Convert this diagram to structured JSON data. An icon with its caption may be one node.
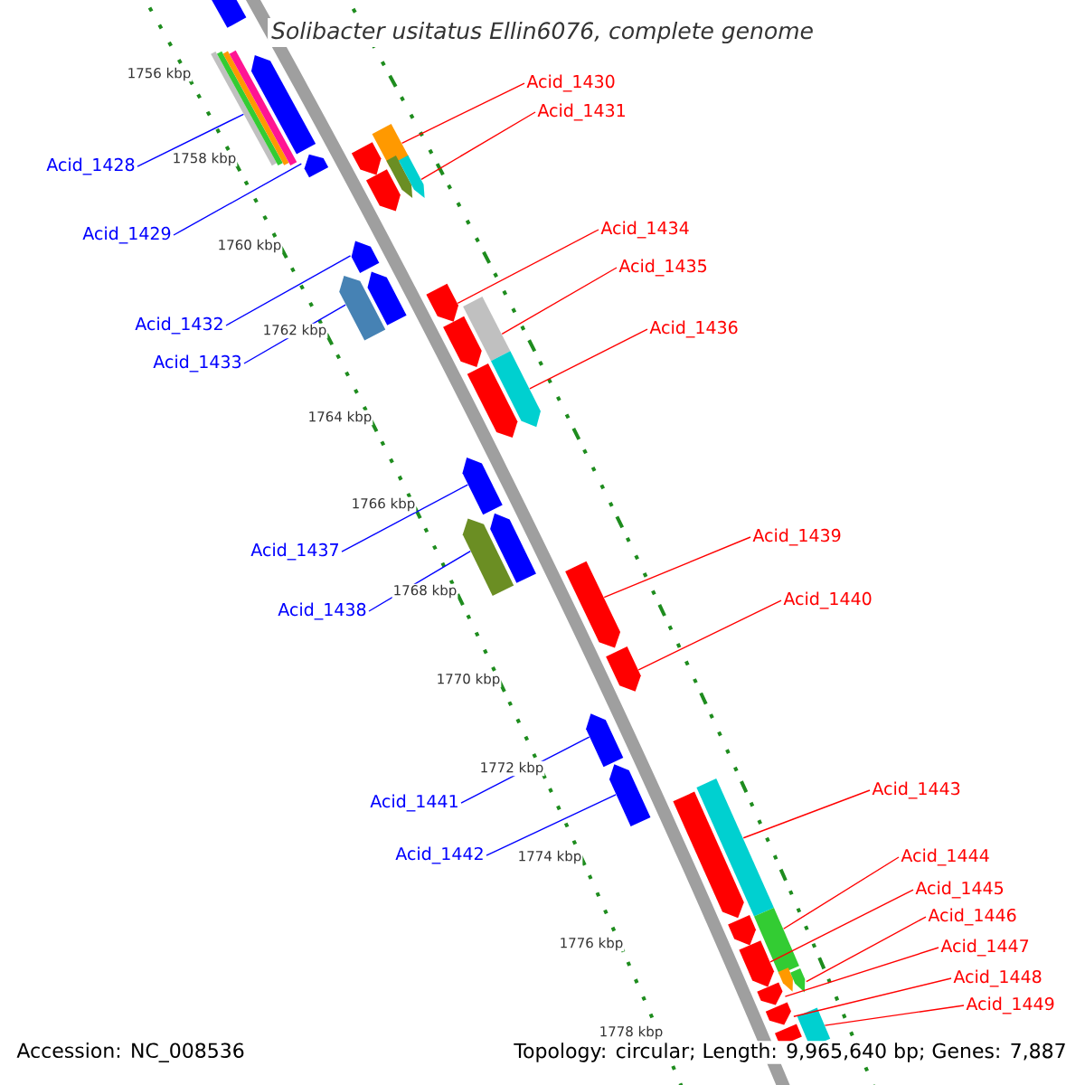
{
  "diagram": {
    "title": "Solibacter usitatus Ellin6076, complete genome",
    "nodes": [
      {
        "text": [
          "Acid_1428"
        ]
      },
      {
        "text": [
          "Acid_1429"
        ]
      },
      {
        "text": [
          "Acid_1430"
        ]
      },
      {
        "text": [
          "Acid_1431"
        ]
      },
      {
        "text": [
          "Acid_1432"
        ]
      },
      {
        "text": [
          "Acid_1433"
        ]
      },
      {
        "text": [
          "Acid_1434"
        ]
      },
      {
        "text": [
          "Acid_1435"
        ]
      },
      {
        "text": [
          "Acid_1436"
        ]
      },
      {
        "text": [
          "Acid_1437"
        ]
      },
      {
        "text": [
          "Acid_1438"
        ]
      },
      {
        "text": [
          "Acid_1439"
        ]
      },
      {
        "text": [
          "Acid_1440"
        ]
      },
      {
        "text": [
          "Acid_1441"
        ]
      },
      {
        "text": [
          "Acid_1442"
        ]
      },
      {
        "text": [
          "Acid_1443"
        ]
      },
      {
        "text": [
          "Acid_1444"
        ]
      },
      {
        "text": [
          "Acid_1445"
        ]
      },
      {
        "text": [
          "Acid_1446"
        ]
      },
      {
        "text": [
          "Acid_1447"
        ]
      },
      {
        "text": [
          "Acid_1448"
        ]
      },
      {
        "text": [
          "Acid_1449"
        ]
      },
      {
        "text": [],
        "shape": "box"
      },
      {
        "text": [],
        "shape": "box"
      },
      {
        "text": [],
        "shape": "box"
      },
      {
        "text": [],
        "shape": "box"
      },
      {
        "text": [],
        "shape": "box"
      },
      {
        "text": [],
        "shape": "box"
      },
      {
        "text": [],
        "shape": "box"
      },
      {
        "text": [],
        "shape": "box"
      },
      {
        "text": [],
        "shape": "box"
      },
      {
        "text": [],
        "shape": "box"
      },
      {
        "text": [],
        "shape": "box"
      },
      {
        "text": [],
        "shape": "box"
      },
      {
        "text": [],
        "shape": "box"
      },
      {
        "text": [],
        "shape": "box"
      },
      {
        "text": [],
        "shape": "box"
      },
      {
        "text": [],
        "shape": "box"
      },
      {
        "text": [],
        "shape": "box"
      },
      {
        "text": [],
        "shape": "box"
      },
      {
        "text": [],
        "shape": "box"
      },
      {
        "text": [],
        "shape": "box"
      },
      {
        "text": [],
        "shape": "box"
      },
      {
        "text": [],
        "shape": "box"
      },
      {
        "text": [],
        "shape": "box"
      },
      {
        "text": [],
        "shape": "box"
      },
      {
        "text": [],
        "shape": "box"
      },
      {
        "text": [],
        "shape": "box"
      },
      {
        "text": [],
        "shape": "box"
      }
    ],
    "edges": [
      {
        "from": 0,
        "to": 23,
        "arrow": "none",
        "color": "#0000ff"
      },
      {
        "from": 1,
        "to": 26,
        "arrow": "none",
        "color": "#0000ff"
      },
      {
        "from": 2,
        "to": 25,
        "arrow": "none"
      },
      {
        "from": 3,
        "to": 27,
        "arrow": "none"
      },
      {
        "from": 4,
        "to": 28,
        "arrow": "none",
        "color": "#0000ff"
      },
      {
        "from": 5,
        "to": 30,
        "arrow": "none",
        "color": "#0000ff"
      },
      {
        "from": 6,
        "to": 31,
        "arrow": "none"
      },
      {
        "from": 7,
        "to": 32,
        "arrow": "none"
      },
      {
        "from": 8,
        "to": 33,
        "arrow": "none"
      },
      {
        "from": 9,
        "to": 34,
        "arrow": "none",
        "color": "#0000ff"
      },
      {
        "from": 10,
        "to": 36,
        "arrow": "none",
        "color": "#0000ff"
      },
      {
        "from": 11,
        "to": 37,
        "arrow": "none"
      },
      {
        "from": 12,
        "to": 38,
        "arrow": "none"
      },
      {
        "from": 13,
        "to": 39,
        "arrow": "none",
        "color": "#0000ff"
      },
      {
        "from": 14,
        "to": 40,
        "arrow": "none",
        "color": "#0000ff"
      },
      {
        "from": 15,
        "to": 41,
        "arrow": "none"
      },
      {
        "from": 16,
        "to": 42,
        "arrow": "none"
      },
      {
        "from": 17,
        "to": 43,
        "arrow": "none"
      },
      {
        "from": 18,
        "to": 44,
        "arrow": "none"
      },
      {
        "from": 19,
        "to": 45,
        "arrow": "none"
      },
      {
        "from": 20,
        "to": 46,
        "arrow": "none"
      },
      {
        "from": 21,
        "to": 47,
        "arrow": "none"
      }
    ],
    "labels": [
      "1756 kbp",
      "1758 kbp",
      "1760 kbp",
      "1762 kbp",
      "1764 kbp",
      "1766 kbp",
      "1768 kbp",
      "1770 kbp",
      "1772 kbp",
      "1774 kbp",
      "1776 kbp",
      "1778 kbp",
      "Accession: NC_008536",
      "Topology: circular; Length: 9,965,640 bp; Genes: 7,887"
    ]
  }
}
